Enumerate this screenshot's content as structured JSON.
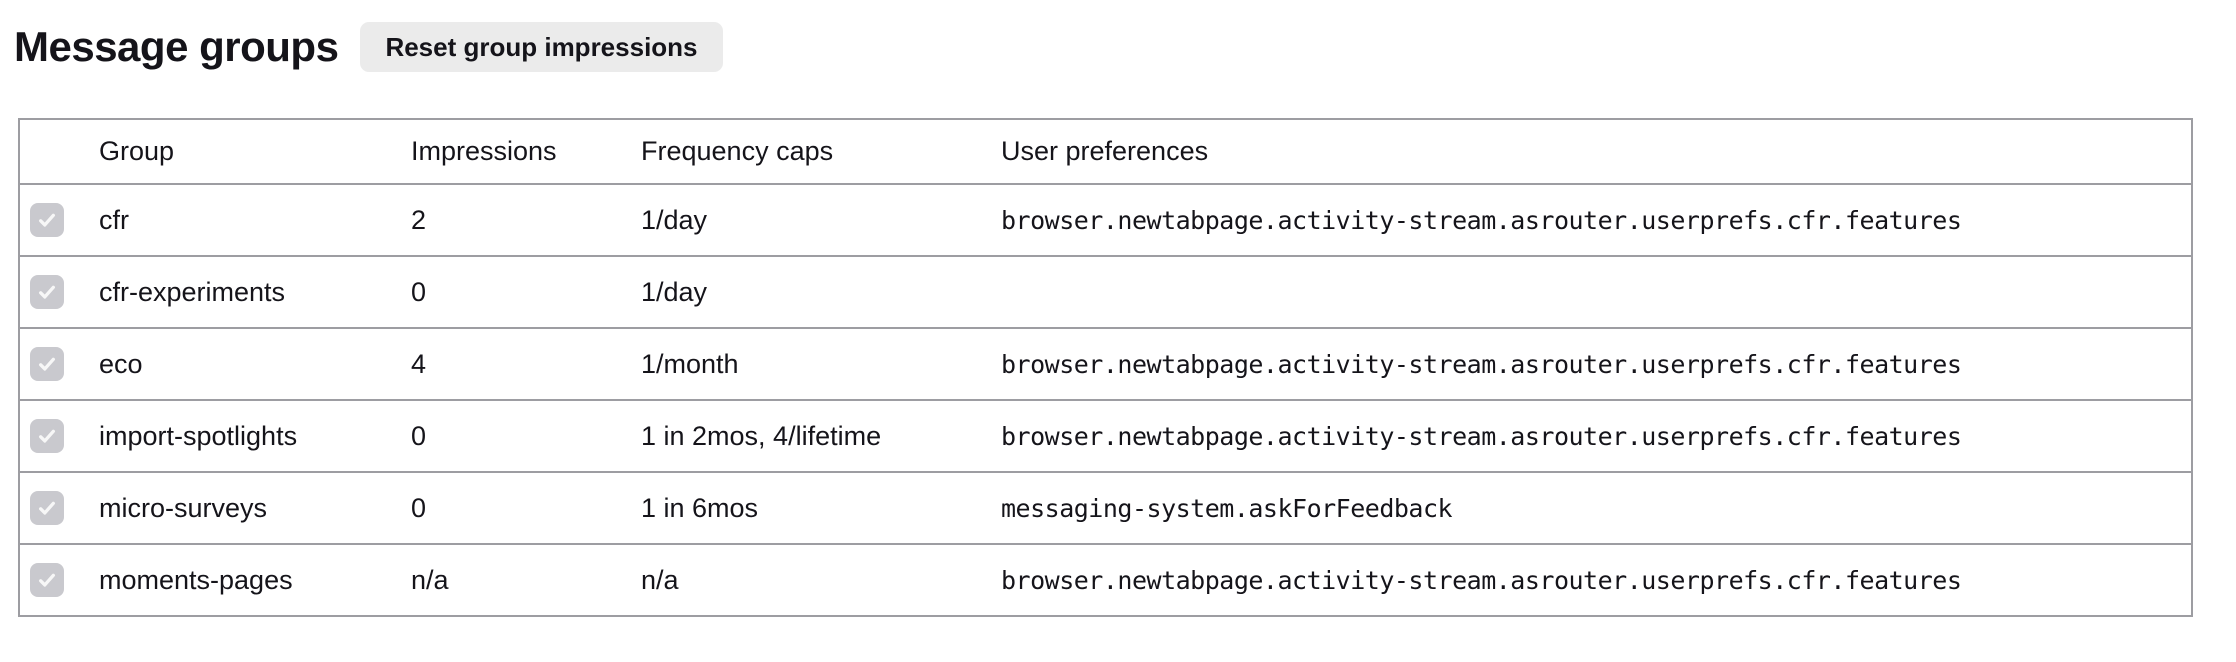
{
  "page": {
    "title": "Message groups",
    "reset_button_label": "Reset group impressions"
  },
  "table": {
    "columns": [
      "Group",
      "Impressions",
      "Frequency caps",
      "User preferences"
    ],
    "rows": [
      {
        "enabled": true,
        "group": "cfr",
        "impressions": "2",
        "frequency_caps": "1/day",
        "user_preferences": "browser.newtabpage.activity-stream.asrouter.userprefs.cfr.features"
      },
      {
        "enabled": true,
        "group": "cfr-experiments",
        "impressions": "0",
        "frequency_caps": "1/day",
        "user_preferences": ""
      },
      {
        "enabled": true,
        "group": "eco",
        "impressions": "4",
        "frequency_caps": "1/month",
        "user_preferences": "browser.newtabpage.activity-stream.asrouter.userprefs.cfr.features"
      },
      {
        "enabled": true,
        "group": "import-spotlights",
        "impressions": "0",
        "frequency_caps": "1 in 2mos, 4/lifetime",
        "user_preferences": "browser.newtabpage.activity-stream.asrouter.userprefs.cfr.features"
      },
      {
        "enabled": true,
        "group": "micro-surveys",
        "impressions": "0",
        "frequency_caps": "1 in 6mos",
        "user_preferences": "messaging-system.askForFeedback"
      },
      {
        "enabled": true,
        "group": "moments-pages",
        "impressions": "n/a",
        "frequency_caps": "n/a",
        "user_preferences": "browser.newtabpage.activity-stream.asrouter.userprefs.cfr.features"
      }
    ]
  },
  "icons": {
    "checkmark": "check-icon"
  },
  "colors": {
    "text": "#15141a",
    "button_background": "#ebebeb",
    "table_border": "#9d9da2",
    "checkbox_background": "#c9c9ce",
    "checkbox_checkmark": "#f7f7f7",
    "page_background": "#ffffff"
  }
}
